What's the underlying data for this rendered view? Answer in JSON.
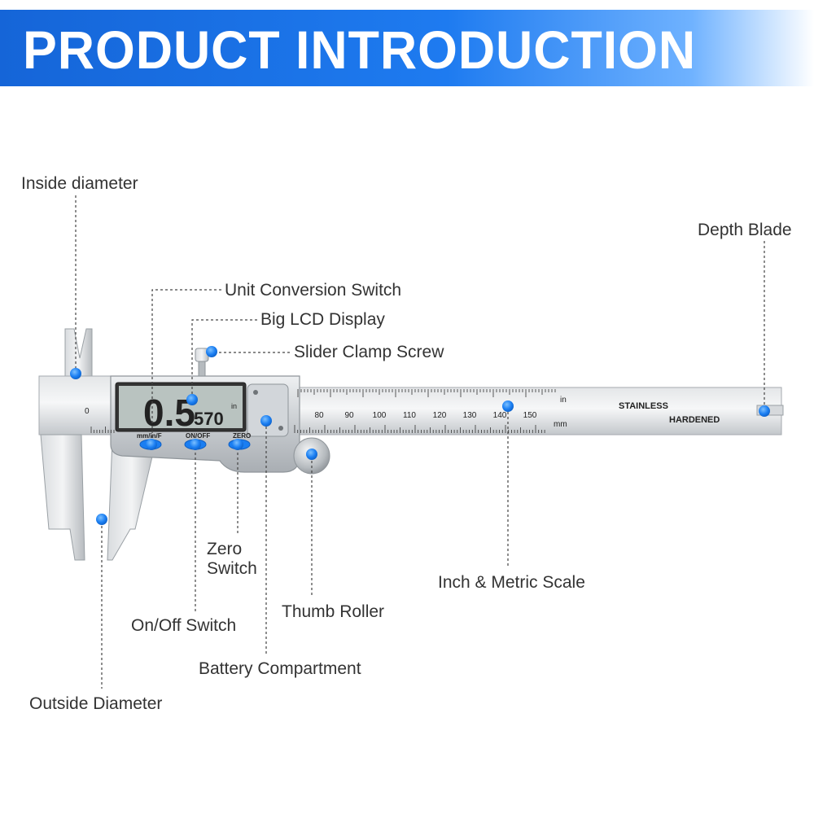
{
  "banner": {
    "title": "PRODUCT INTRODUCTION"
  },
  "callouts": {
    "inside_diameter": "Inside diameter",
    "depth_blade": "Depth Blade",
    "unit_conversion_switch": "Unit Conversion Switch",
    "big_lcd_display": "Big LCD Display",
    "slider_clamp_screw": "Slider Clamp Screw",
    "zero_switch": "Zero\nSwitch",
    "thumb_roller": "Thumb Roller",
    "inch_metric_scale": "Inch & Metric Scale",
    "on_off_switch": "On/Off Switch",
    "battery_compartment": "Battery Compartment",
    "outside_diameter": "Outside Diameter"
  },
  "caliper": {
    "lcd_main": "0.5",
    "lcd_sub": "570",
    "lcd_unit": "in",
    "btn_unit_label": "mm/in/F",
    "btn_power_label": "ON/OFF",
    "btn_zero_label": "ZERO",
    "stamp_line1": "STAINLESS",
    "stamp_line2": "HARDENED",
    "scale_unit_in": "in",
    "scale_unit_mm": "mm",
    "mm_ticks": [
      "80",
      "90",
      "100",
      "110",
      "120",
      "130",
      "140",
      "150"
    ],
    "left_zero": "0"
  },
  "colors": {
    "accent": "#1e7bf0",
    "dot": "#1a7ef2",
    "steel": "#c9cdd1",
    "lcd": "#b9c3c0"
  }
}
